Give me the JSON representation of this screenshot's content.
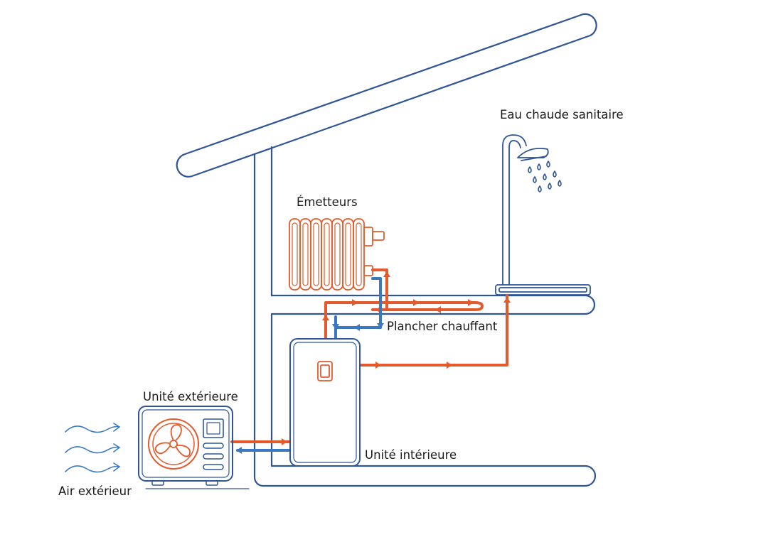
{
  "labels": {
    "hot_water": "Eau chaude sanitaire",
    "emitters": "Émetteurs",
    "floor_heating": "Plancher chauffant",
    "outdoor_unit": "Unité extérieure",
    "indoor_unit": "Unité intérieure",
    "outdoor_air": "Air extérieur"
  },
  "colors": {
    "structure": "#2f5597",
    "hot": "#e35b2c",
    "cold": "#3a78c2",
    "text": "#1a1a1a",
    "background": "#ffffff"
  },
  "icons": [
    "fan-icon",
    "radiator-icon",
    "shower-icon",
    "air-flow-icon",
    "control-panel-icon"
  ]
}
